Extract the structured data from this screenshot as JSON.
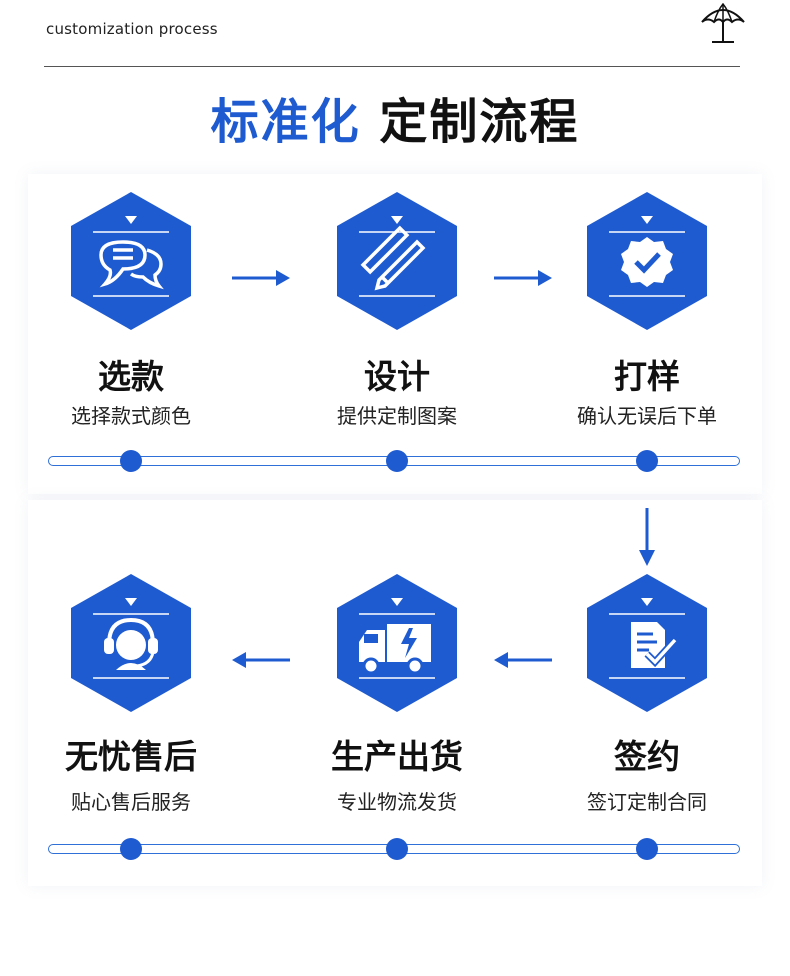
{
  "header": {
    "label": "customization process"
  },
  "title": {
    "accent": "标准化",
    "rest": "定制流程"
  },
  "colors": {
    "brand_blue": "#1f5bd0",
    "text_dark": "#111111"
  },
  "steps": [
    {
      "title": "选款",
      "subtitle": "选择款式颜色",
      "icon": "chat-bubbles-icon"
    },
    {
      "title": "设计",
      "subtitle": "提供定制图案",
      "icon": "pencil-ruler-icon"
    },
    {
      "title": "打样",
      "subtitle": "确认无误后下单",
      "icon": "verified-badge-icon"
    },
    {
      "title": "签约",
      "subtitle": "签订定制合同",
      "icon": "contract-check-icon"
    },
    {
      "title": "生产出货",
      "subtitle": "专业物流发货",
      "icon": "delivery-truck-icon"
    },
    {
      "title": "无忧售后",
      "subtitle": "贴心售后服务",
      "icon": "headset-support-icon"
    }
  ]
}
